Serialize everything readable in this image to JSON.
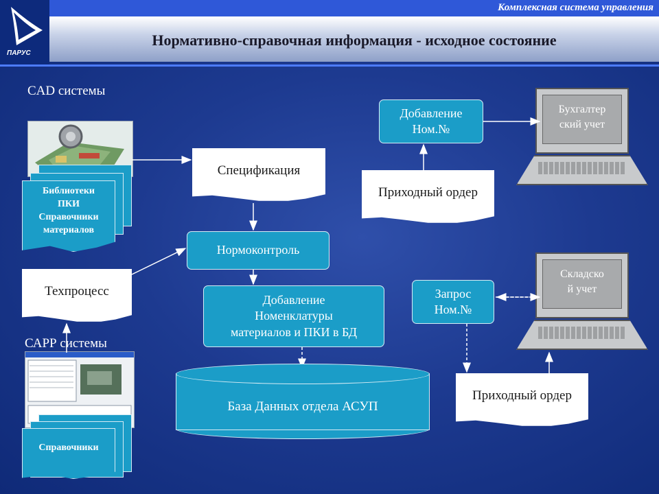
{
  "header": {
    "corp": "Комплексная система управления",
    "title": "Нормативно-справочная информация  - исходное состояние"
  },
  "labels": {
    "cad": "CAD системы",
    "capp": "САРР системы"
  },
  "cad_stack": {
    "lines": [
      "Библиотеки",
      "ПКИ",
      "Справочники",
      "материалов"
    ]
  },
  "capp_stack": {
    "label": "Справочники"
  },
  "docs": {
    "spec": "Спецификация",
    "tech": "Техпроцесс",
    "order_top": "Приходный ордер",
    "order_bottom": "Приходный ордер"
  },
  "boxes": {
    "normo": "Нормоконтроль",
    "add_nom": [
      "Добавление",
      "Номенклатуры",
      "материалов и ПКИ в БД"
    ],
    "add_nomno": [
      "Добавление",
      "Ном.№"
    ],
    "request": [
      "Запрос",
      "Ном.№"
    ]
  },
  "database": "База Данных отдела АСУП",
  "laptops": {
    "accounting": [
      "Бухгалтер",
      "ский учет"
    ],
    "warehouse": [
      "Складско",
      "й учет"
    ]
  },
  "colors": {
    "box_fill": "#1b9dc8",
    "background": "#1d3a90",
    "topbar": "#2f58d8"
  }
}
